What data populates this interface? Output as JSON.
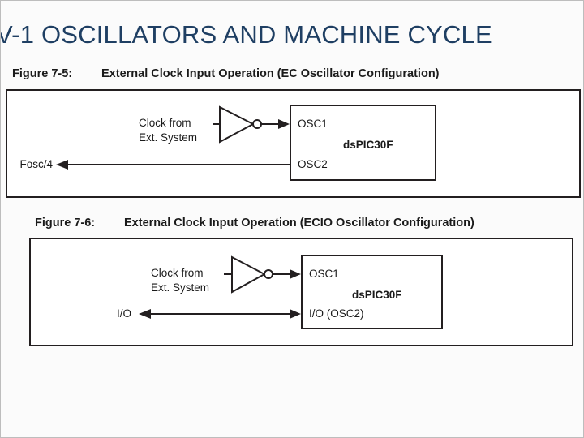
{
  "slide": {
    "title": "V-1 OSCILLATORS AND MACHINE CYCLE",
    "title_color": "#1f3f63",
    "background": "#fbfbfb",
    "border_color": "#bdbdbd"
  },
  "figures": [
    {
      "id": "figure-75",
      "caption_label": "Figure 7-5:",
      "caption_text": "External Clock Input Operation (EC Oscillator Configuration)",
      "chip_name": "dsPIC30F",
      "source_label_line1": "Clock from",
      "source_label_line2": "Ext. System",
      "pin_top": "OSC1",
      "pin_bottom": "OSC2",
      "output_label": "Fosc/4",
      "line_color": "#231f20"
    },
    {
      "id": "figure-76",
      "caption_label": "Figure 7-6:",
      "caption_text": "External Clock Input Operation (ECIO Oscillator Configuration)",
      "chip_name": "dsPIC30F",
      "source_label_line1": "Clock from",
      "source_label_line2": "Ext. System",
      "pin_top": "OSC1",
      "pin_bottom": "I/O (OSC2)",
      "output_label": "I/O",
      "line_color": "#231f20"
    }
  ]
}
